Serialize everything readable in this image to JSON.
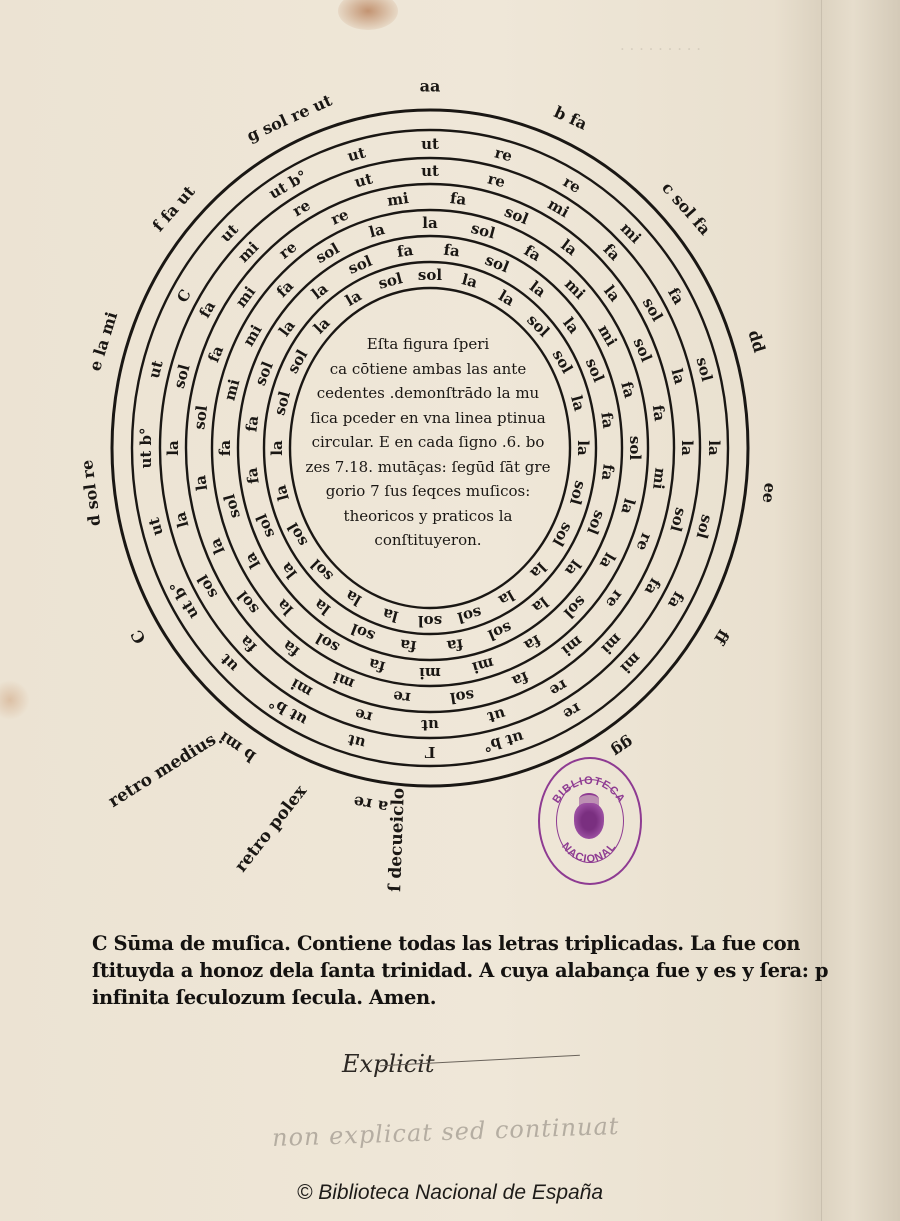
{
  "diagram": {
    "rings": [
      [
        "ut",
        "re",
        "mi",
        "fa",
        "sol",
        "la",
        "la",
        "sol",
        "fa",
        "mi",
        "re",
        "ut",
        "ut",
        "re",
        "mi",
        "fa",
        "sol",
        "la",
        "la",
        "sol",
        "fa",
        "mi",
        "re",
        "ut"
      ],
      [
        "re",
        "mi",
        "fa",
        "sol",
        "la",
        "la",
        "sol",
        "fa",
        "mi",
        "re",
        "re",
        "mi",
        "fa",
        "sol",
        "la",
        "la",
        "sol",
        "fa",
        "mi",
        "re",
        "re",
        "mi",
        "fa",
        "sol"
      ],
      [
        "mi",
        "fa",
        "sol",
        "la",
        "la",
        "sol",
        "fa",
        "mi",
        "mi",
        "fa",
        "sol",
        "la",
        "la",
        "sol",
        "fa",
        "mi",
        "mi",
        "fa",
        "sol",
        "la",
        "la",
        "sol",
        "fa",
        "mi"
      ],
      [
        "fa",
        "sol",
        "la",
        "la",
        "sol",
        "fa",
        "fa",
        "sol",
        "la",
        "la",
        "sol",
        "fa",
        "fa",
        "sol",
        "la",
        "la",
        "sol",
        "fa",
        "fa",
        "sol",
        "la",
        "la",
        "sol",
        "fa"
      ],
      [
        "sol",
        "la",
        "la",
        "sol",
        "sol",
        "la",
        "la",
        "sol",
        "sol",
        "la",
        "la",
        "sol",
        "sol",
        "la",
        "la",
        "sol",
        "sol",
        "la",
        "la",
        "sol",
        "sol",
        "la",
        "la",
        "sol"
      ]
    ],
    "outer_ring": [
      "Γ",
      "ut",
      "ut b°",
      "ut",
      "ut b°",
      "ut",
      "ut b°",
      "ut",
      "C",
      "ut",
      "ut b°",
      "ut",
      "ut",
      "re",
      "re",
      "mi",
      "fa",
      "sol",
      "la",
      "sol",
      "fa",
      "mi",
      "re",
      "ut b°"
    ],
    "outer_labels": [
      "a re",
      "b mi",
      "C",
      "d sol re",
      "e la mi",
      "f fa ut",
      "g sol re ut",
      "aa",
      "b fa",
      "c sol fa",
      "dd",
      "ee",
      "ff",
      "gg"
    ],
    "side_labels": [
      "retro medius",
      "retro polex",
      "ſ decueiclo"
    ],
    "center_lines": [
      "Eſta figura ſperi",
      "ca cōtiene ambas las ante",
      "cedentes .demonſtrādo la mu",
      "ſica pceder en vna linea ptinua",
      "circular. E en cada ſigno .6. bo",
      "zes 7.18. mutāças: ſegūd ſāt gre",
      "gorio 7 ſus ſeqces muſicos:",
      "theoricos y praticos la",
      "conſtituyeron."
    ]
  },
  "stamp": {
    "top_text": "BIBLIOTECA",
    "bottom_text": "NACIONAL",
    "color": "#8e3b92"
  },
  "colophon": [
    "C Sūma de muſica. Contiene todas las letras triplicadas. La fue con",
    "ſtituyda a honoz dela ſanta trinidad. A cuya alabança fue y es y ſera: p",
    "infinita ſeculozum ſecula. Amen."
  ],
  "handwritten": {
    "explicit": "Explicit",
    "note": "non explicat sed continuat"
  },
  "copyright": "© Biblioteca Nacional de España"
}
